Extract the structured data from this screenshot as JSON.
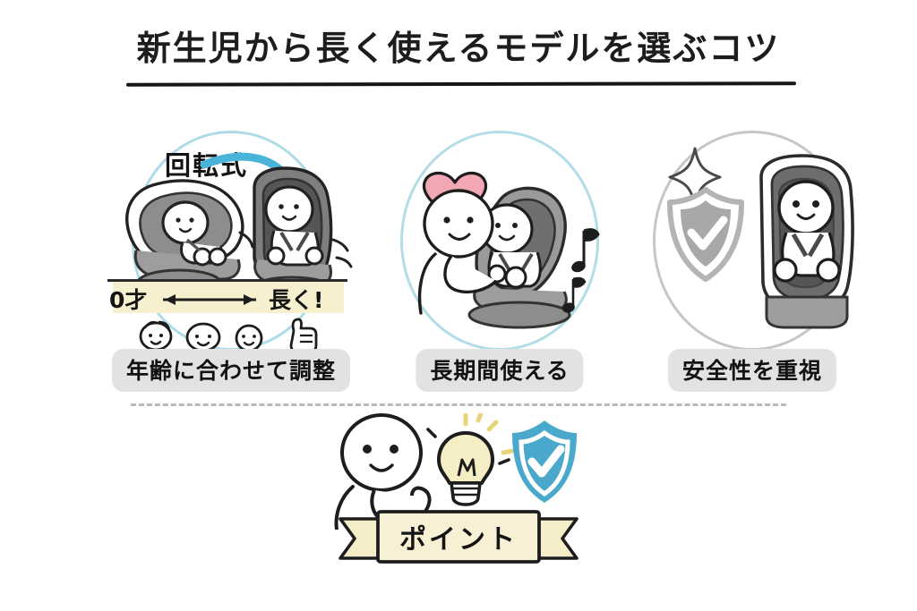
{
  "header": {
    "title": "新生児から長く使えるモデルを選ぶコツ"
  },
  "panels": [
    {
      "id": "panel-rotating",
      "badge": "回転式",
      "caption": "年齢に合わせて調整",
      "circle_color": "#addbe8",
      "timeline": {
        "start_label": "0才",
        "end_label": "長く!",
        "band_color": "#f7f0cf"
      },
      "icons": [
        "baby-face-icon",
        "baby-face-icon",
        "child-face-icon",
        "thumbs-up-icon"
      ],
      "art": "two-car-seats-rotating-icon"
    },
    {
      "id": "panel-long-term",
      "badge": "",
      "caption": "長期間使える",
      "circle_color": "#b3dce9",
      "icons": [
        "heart-icon",
        "music-note-icon"
      ],
      "art": "parent-and-child-in-car-seat-icon",
      "heart_color": "#f2a7b4"
    },
    {
      "id": "panel-safety",
      "badge": "",
      "caption": "安全性を重視",
      "circle_color": "#c6c6c6",
      "icons": [
        "shield-check-icon",
        "sparkle-icon"
      ],
      "art": "child-in-forward-facing-car-seat-icon",
      "shield_color": "#a8a8a8"
    }
  ],
  "bottom": {
    "ribbon_label": "ポイント",
    "ribbon_color": "#f5edc8",
    "shield_color": "#4aa8cc",
    "bulb_color": "#f5eec4",
    "ray_color": "#e8d479",
    "icons": [
      "person-pointing-icon",
      "lightbulb-icon",
      "shield-check-icon"
    ]
  },
  "palette": {
    "ink": "#141414",
    "seat_dark": "#6e6e6e",
    "seat_mid": "#9a9a9a",
    "seat_light": "#c9c9c9",
    "accent_blue": "#4ab4d8",
    "caption_bg": "#e2e2e2",
    "divider": "#b9b9b9"
  }
}
